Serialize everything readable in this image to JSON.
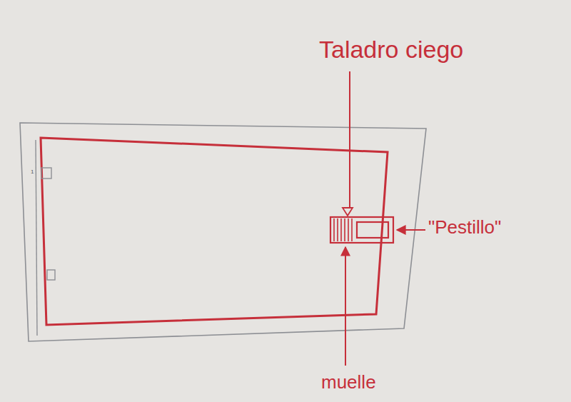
{
  "diagram": {
    "labels": [
      "Taladro ciego",
      "\"Pestillo\"",
      "muelle",
      "1"
    ]
  }
}
